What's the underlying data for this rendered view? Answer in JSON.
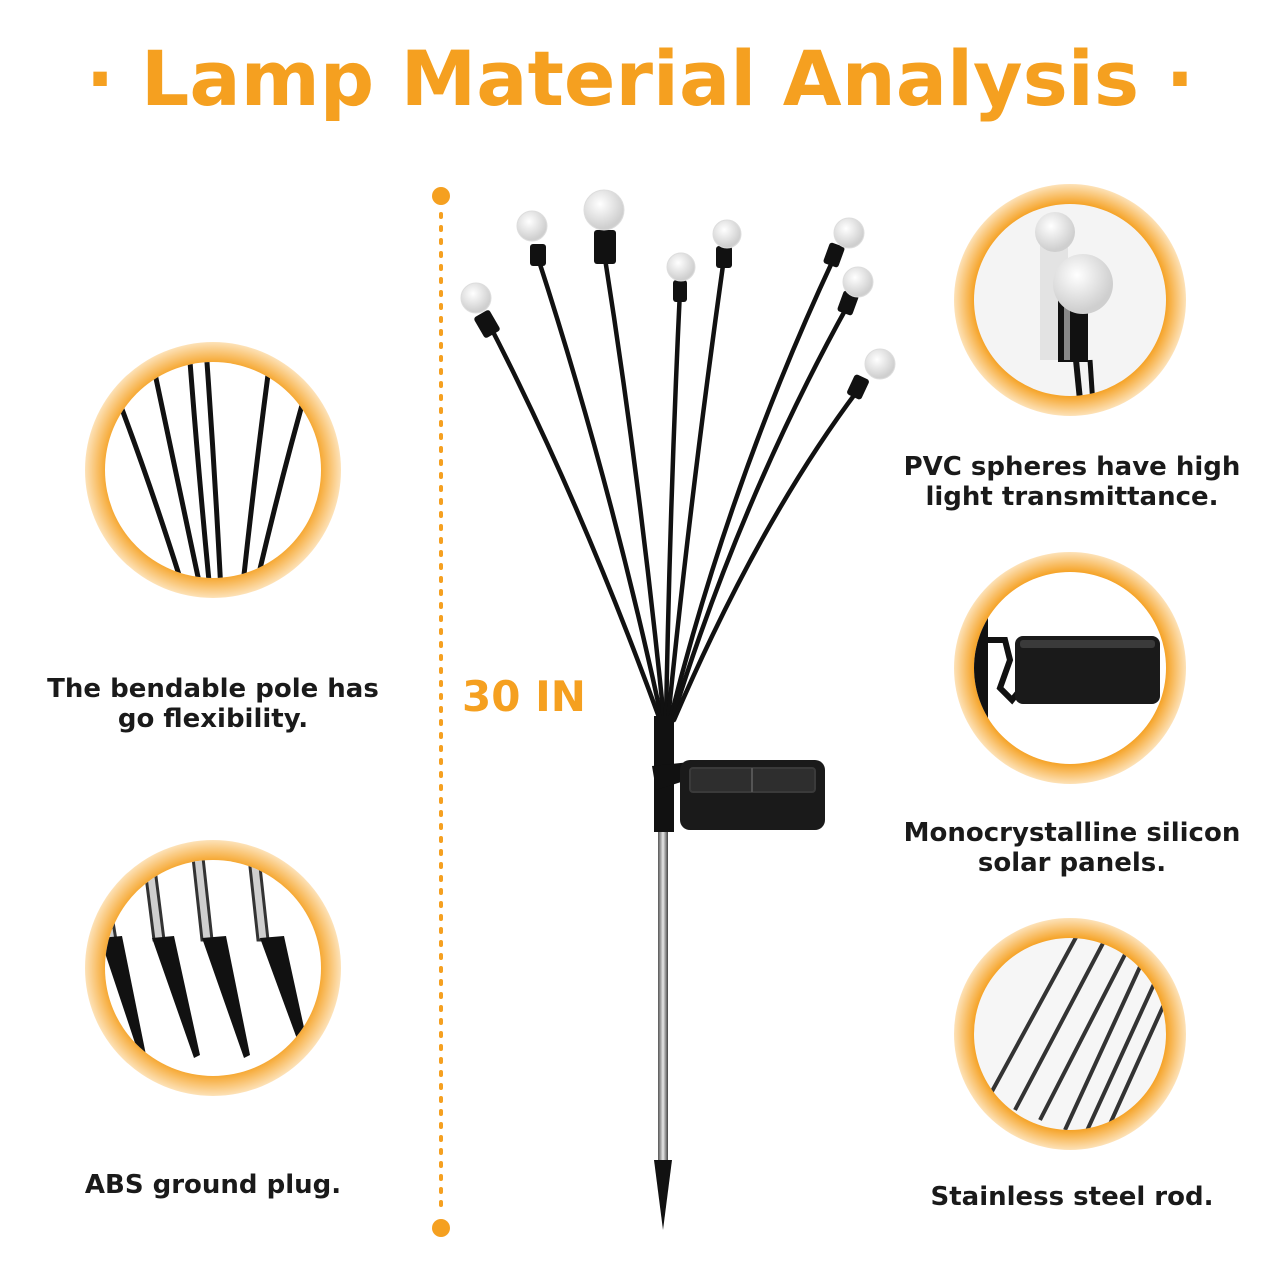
{
  "title": "· Lamp Material Analysis ·",
  "height_label": "30 IN",
  "features": [
    {
      "line1": "The bendable pole has",
      "line2": "go flexibility."
    },
    {
      "line1": "ABS ground plug.",
      "line2": ""
    },
    {
      "line1": "PVC spheres have high",
      "line2": "light transmittance."
    },
    {
      "line1": "Monocrystalline silicon",
      "line2": "solar panels."
    },
    {
      "line1": "Stainless steel rod.",
      "line2": ""
    }
  ],
  "colors": {
    "accent": "#f5a020",
    "ring_light": "#fde2b8",
    "text": "#1a1a1a"
  }
}
